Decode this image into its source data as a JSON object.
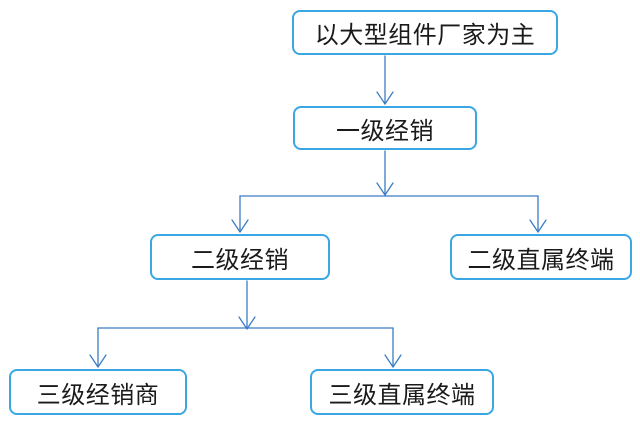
{
  "colors": {
    "border": "#3aa7e4",
    "connector": "#3b7cc4",
    "text": "#1a1a1a",
    "background": "#ffffff"
  },
  "nodes": {
    "root": {
      "label": "以大型组件厂家为主"
    },
    "level1": {
      "label": "一级经销"
    },
    "level2_distribution": {
      "label": "二级经销"
    },
    "level2_direct_terminal": {
      "label": "二级直属终端"
    },
    "level3_distributor": {
      "label": "三级经销商"
    },
    "level3_direct_terminal": {
      "label": "三级直属终端"
    }
  }
}
